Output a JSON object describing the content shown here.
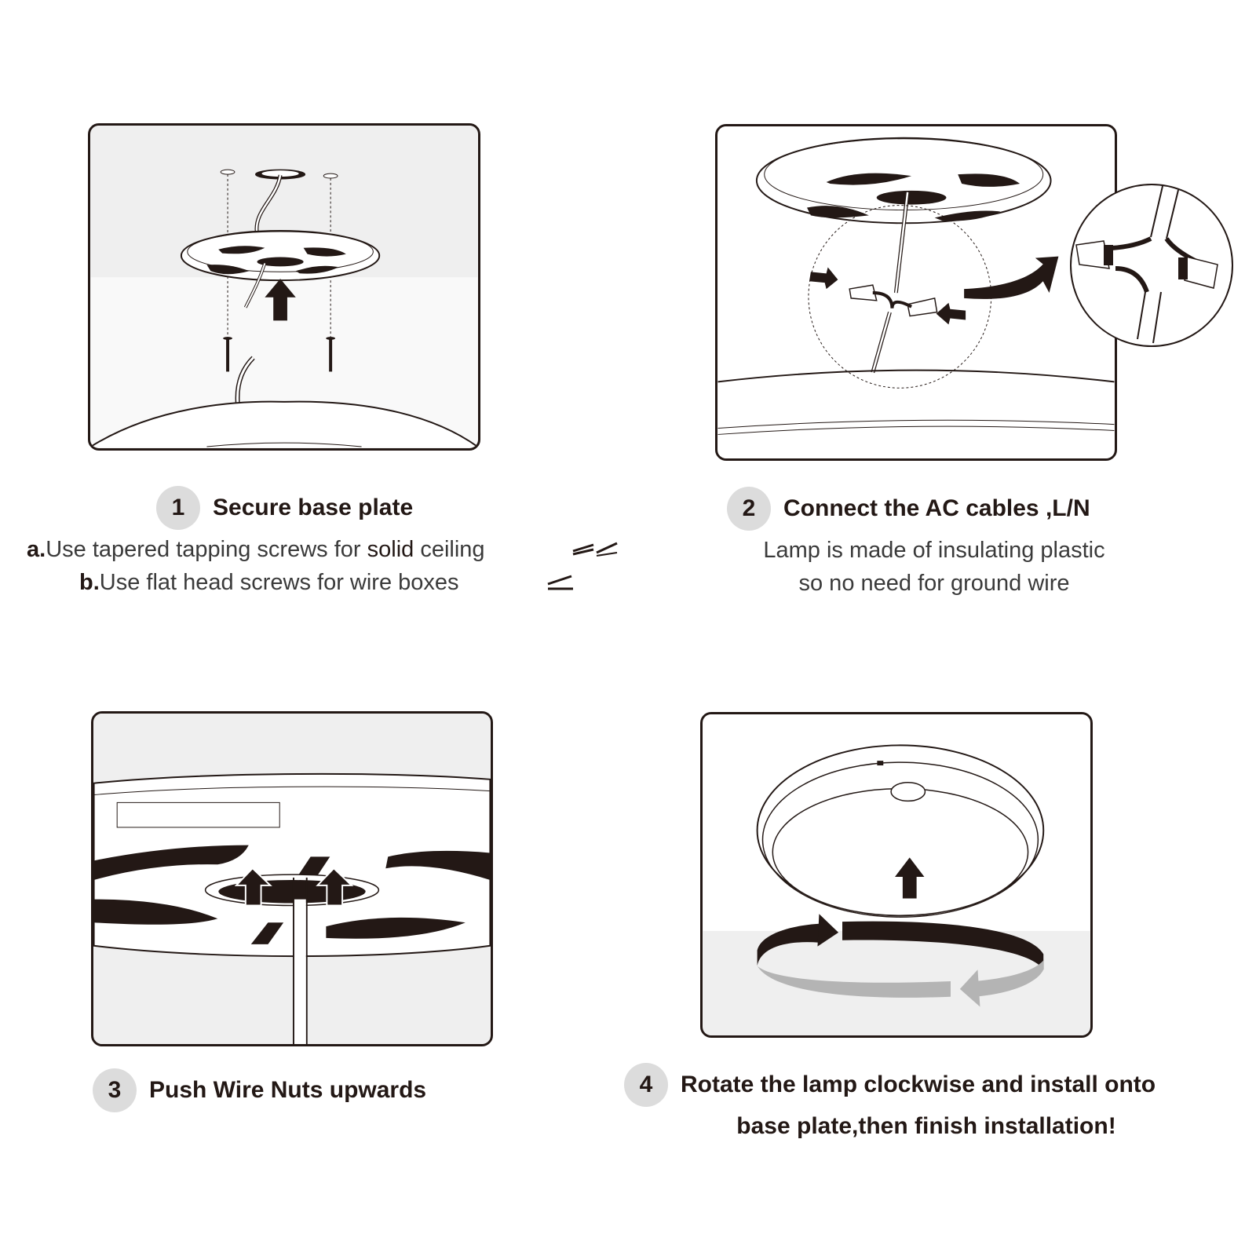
{
  "steps": [
    {
      "number": "1",
      "title": "Secure base plate",
      "notes": [
        {
          "prefix": "a.",
          "text_before": "Use tapered tapping screws for ",
          "emphasis": "solid",
          "text_after": "  ceiling"
        },
        {
          "prefix": "b.",
          "text": "Use flat head screws for wire boxes"
        }
      ]
    },
    {
      "number": "2",
      "title": "Connect the AC cables ,L/N",
      "notes": [
        "Lamp is made of insulating plastic",
        "so no need for ground wire"
      ]
    },
    {
      "number": "3",
      "title": "Push Wire Nuts upwards"
    },
    {
      "number": "4",
      "title_lines": [
        "Rotate the lamp clockwise and install onto",
        "base plate,then finish installation!"
      ]
    }
  ],
  "icons": {
    "panel1": [
      "ceiling-icon",
      "base-plate-icon",
      "screw-icon",
      "wire-icon",
      "up-arrow-icon",
      "lamp-body-icon"
    ],
    "panel2": [
      "base-plate-icon",
      "wire-nut-icon",
      "magnifier-circle-icon",
      "curved-arrow-icon"
    ],
    "panel3": [
      "base-plate-closeup-icon",
      "up-arrow-icon",
      "wire-icon"
    ],
    "panel4": [
      "lamp-icon",
      "up-arrow-icon",
      "rotate-arrow-icon"
    ]
  },
  "colors": {
    "ink": "#231815",
    "badge": "#dcdcdc",
    "panel_bg": "#f9f9f9",
    "ceiling": "#efefef",
    "rotate_gray": "#b4b4b4"
  }
}
